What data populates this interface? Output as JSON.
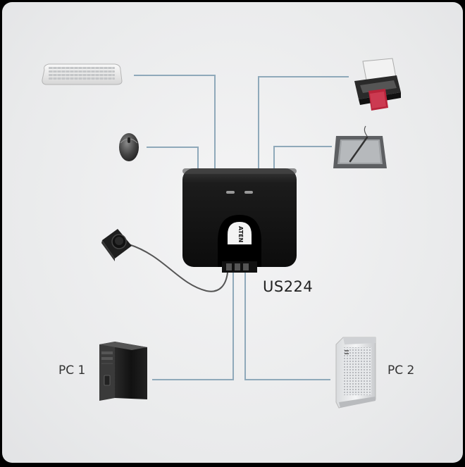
{
  "model": "US224",
  "pc1": "PC 1",
  "pc2": "PC 2",
  "brand": "ATEN",
  "colors": {
    "cable": "#8fa9ba",
    "device_body": "#1a1a1a",
    "printer_red": "#b8233a"
  },
  "icons": [
    "keyboard-icon",
    "mouse-icon",
    "printer-icon",
    "tablet-icon",
    "remote-switch-icon",
    "kvm-switch-icon",
    "pc-tower-icon",
    "mac-pro-icon"
  ]
}
